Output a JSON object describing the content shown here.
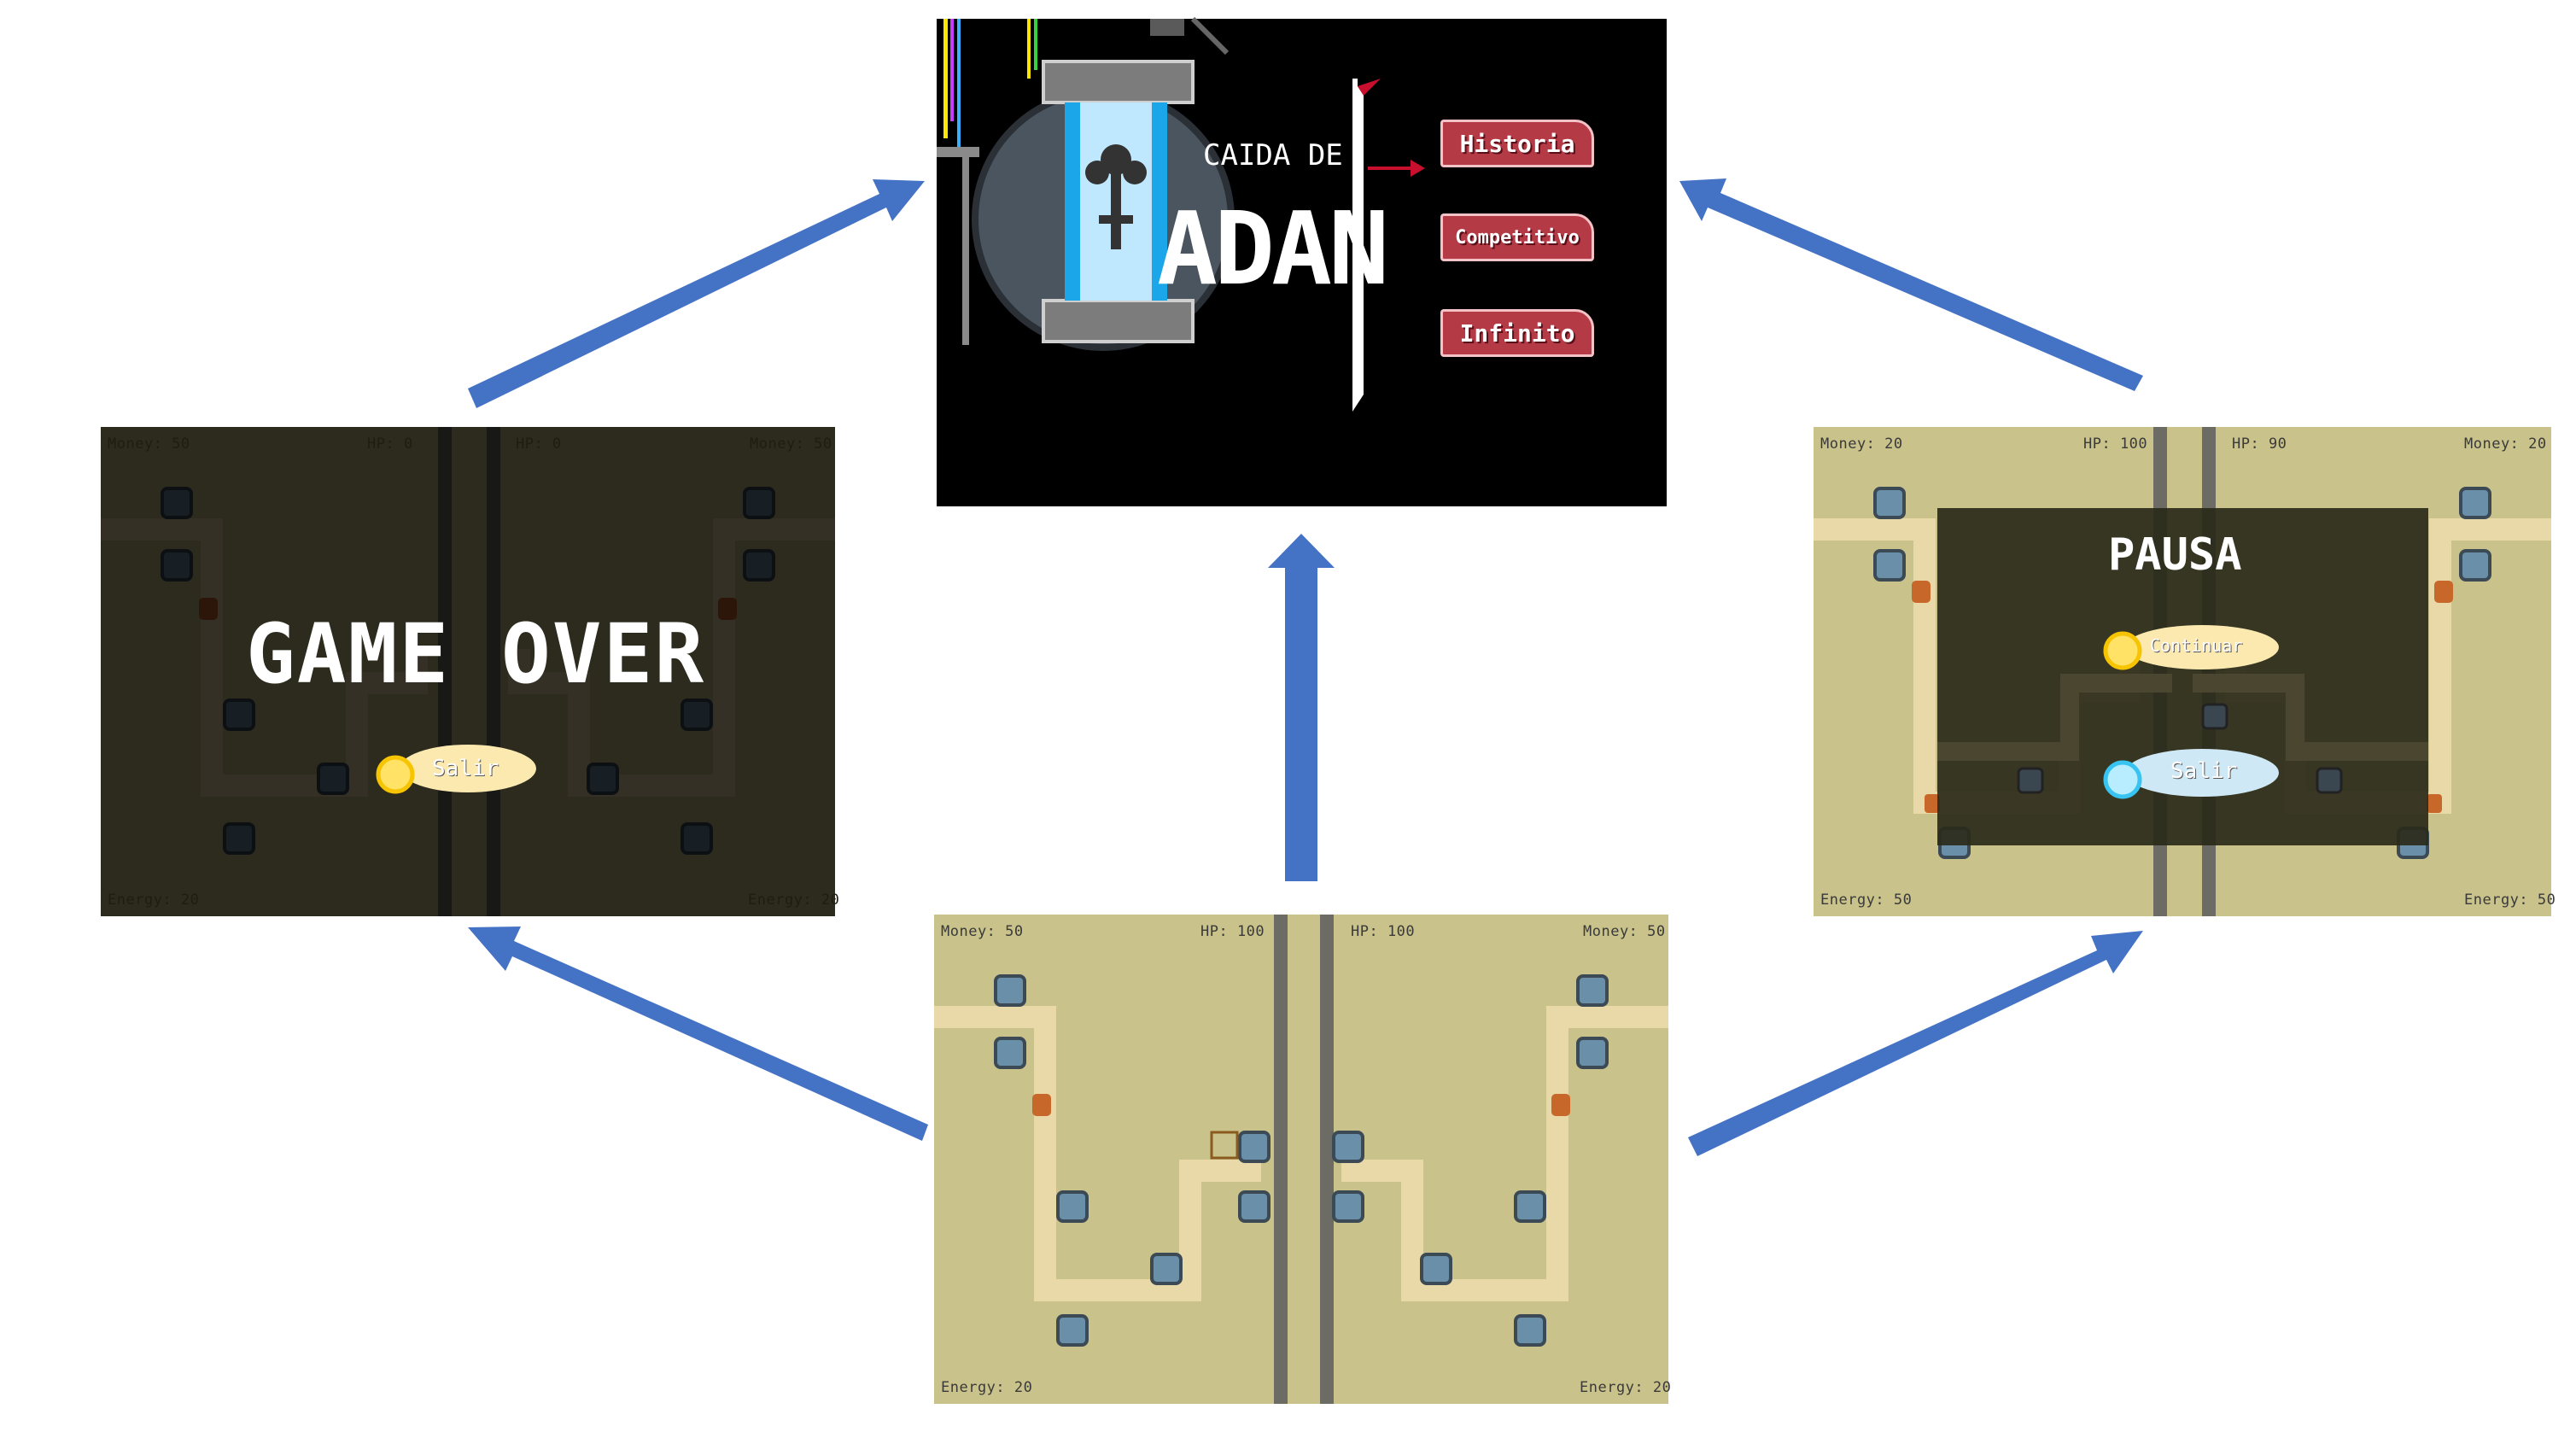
{
  "menu": {
    "logo_small": "CAIDA DE",
    "logo_big": "ADAN",
    "buttons": [
      "Historia",
      "Competitivo",
      "Infinito"
    ]
  },
  "game_over": {
    "title": "GAME OVER",
    "exit_label": "Salir",
    "hud": {
      "money_left": "Money: 50",
      "hp_left": "HP: 0",
      "hp_right": "HP: 0",
      "money_right": "Money: 50",
      "energy_left": "Energy: 20",
      "energy_right": "Energy: 20"
    }
  },
  "pause": {
    "title": "PAUSA",
    "continue_label": "Continuar",
    "exit_label": "Salir",
    "hud": {
      "money_left": "Money: 20",
      "hp_left": "HP: 100",
      "hp_right": "HP: 90",
      "money_right": "Money: 20",
      "energy_left": "Energy: 50",
      "energy_right": "Energy: 50"
    }
  },
  "gameplay": {
    "hud": {
      "money_left": "Money: 50",
      "hp_left": "HP: 100",
      "hp_right": "HP: 100",
      "money_right": "Money: 50",
      "energy_left": "Energy: 20",
      "energy_right": "Energy: 20"
    }
  },
  "colors": {
    "arrow": "#4472c4",
    "sand": "#c9c28a",
    "path": "#ead9a8",
    "divider": "#6c6c64",
    "menu_button": "#b43a46"
  }
}
